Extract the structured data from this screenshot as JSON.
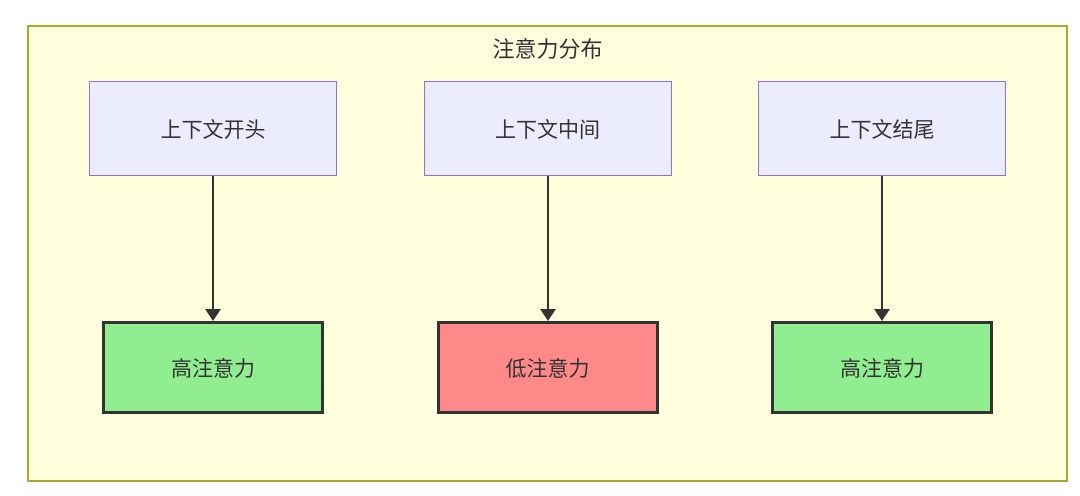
{
  "diagram": {
    "title": "注意力分布",
    "columns": [
      {
        "source": "上下文开头",
        "target": "高注意力",
        "target_type": "high"
      },
      {
        "source": "上下文中间",
        "target": "低注意力",
        "target_type": "low"
      },
      {
        "source": "上下文结尾",
        "target": "高注意力",
        "target_type": "high"
      }
    ],
    "colors": {
      "frame_fill": "#ffffde",
      "frame_border": "#aaaa33",
      "source_fill": "#ececff",
      "source_border": "#9370db",
      "high_fill": "#90ee90",
      "low_fill": "#ff8888",
      "target_border": "#333333",
      "arrow": "#333333",
      "text": "#333333"
    }
  }
}
